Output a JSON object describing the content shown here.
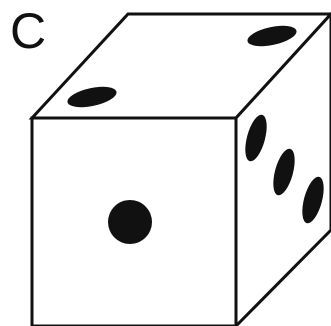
{
  "figure": {
    "label": "C"
  },
  "die": {
    "faces": {
      "top": {
        "pips": 2
      },
      "front": {
        "pips": 1
      },
      "right": {
        "pips": 3
      }
    },
    "colors": {
      "stroke": "#111111",
      "fill": "#ffffff",
      "pip": "#111111"
    }
  }
}
